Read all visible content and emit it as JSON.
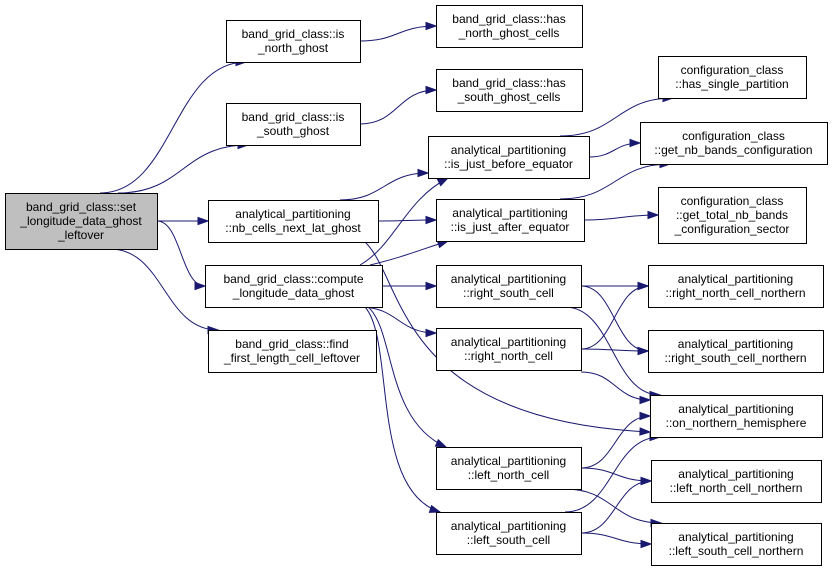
{
  "nodes": [
    {
      "id": "set_longitude",
      "lines": [
        "band_grid_class::set",
        "_longitude_data_ghost",
        "_leftover"
      ],
      "root": true
    },
    {
      "id": "is_north_ghost",
      "lines": [
        "band_grid_class::is",
        "_north_ghost"
      ]
    },
    {
      "id": "has_north_ghost_cells",
      "lines": [
        "band_grid_class::has",
        "_north_ghost_cells"
      ]
    },
    {
      "id": "is_south_ghost",
      "lines": [
        "band_grid_class::is",
        "_south_ghost"
      ]
    },
    {
      "id": "has_south_ghost_cells",
      "lines": [
        "band_grid_class::has",
        "_south_ghost_cells"
      ]
    },
    {
      "id": "has_single_partition",
      "lines": [
        "configuration_class",
        "::has_single_partition"
      ]
    },
    {
      "id": "is_just_before_equator",
      "lines": [
        "analytical_partitioning",
        "::is_just_before_equator"
      ]
    },
    {
      "id": "get_nb_bands_configuration",
      "lines": [
        "configuration_class",
        "::get_nb_bands_configuration"
      ]
    },
    {
      "id": "nb_cells_next_lat_ghost",
      "lines": [
        "analytical_partitioning",
        "::nb_cells_next_lat_ghost"
      ]
    },
    {
      "id": "is_just_after_equator",
      "lines": [
        "analytical_partitioning",
        "::is_just_after_equator"
      ]
    },
    {
      "id": "get_total_nb_bands",
      "lines": [
        "configuration_class",
        "::get_total_nb_bands",
        "_configuration_sector"
      ]
    },
    {
      "id": "compute_longitude",
      "lines": [
        "band_grid_class::compute",
        "_longitude_data_ghost"
      ]
    },
    {
      "id": "right_south_cell",
      "lines": [
        "analytical_partitioning",
        "::right_south_cell"
      ]
    },
    {
      "id": "right_north_cell_northern",
      "lines": [
        "analytical_partitioning",
        "::right_north_cell_northern"
      ]
    },
    {
      "id": "find_first_length",
      "lines": [
        "band_grid_class::find",
        "_first_length_cell_leftover"
      ]
    },
    {
      "id": "right_north_cell",
      "lines": [
        "analytical_partitioning",
        "::right_north_cell"
      ]
    },
    {
      "id": "right_south_cell_northern",
      "lines": [
        "analytical_partitioning",
        "::right_south_cell_northern"
      ]
    },
    {
      "id": "on_northern_hemisphere",
      "lines": [
        "analytical_partitioning",
        "::on_northern_hemisphere"
      ]
    },
    {
      "id": "left_north_cell",
      "lines": [
        "analytical_partitioning",
        "::left_north_cell"
      ]
    },
    {
      "id": "left_north_cell_northern",
      "lines": [
        "analytical_partitioning",
        "::left_north_cell_northern"
      ]
    },
    {
      "id": "left_south_cell",
      "lines": [
        "analytical_partitioning",
        "::left_south_cell"
      ]
    },
    {
      "id": "left_south_cell_northern",
      "lines": [
        "analytical_partitioning",
        "::left_south_cell_northern"
      ]
    }
  ],
  "edges": [
    {
      "from": "set_longitude",
      "to": "is_north_ghost"
    },
    {
      "from": "set_longitude",
      "to": "is_south_ghost"
    },
    {
      "from": "set_longitude",
      "to": "nb_cells_next_lat_ghost"
    },
    {
      "from": "set_longitude",
      "to": "compute_longitude"
    },
    {
      "from": "set_longitude",
      "to": "find_first_length"
    },
    {
      "from": "is_north_ghost",
      "to": "has_north_ghost_cells"
    },
    {
      "from": "is_south_ghost",
      "to": "has_south_ghost_cells"
    },
    {
      "from": "nb_cells_next_lat_ghost",
      "to": "is_just_before_equator"
    },
    {
      "from": "nb_cells_next_lat_ghost",
      "to": "is_just_after_equator"
    },
    {
      "from": "nb_cells_next_lat_ghost",
      "to": "on_northern_hemisphere"
    },
    {
      "from": "is_just_before_equator",
      "to": "has_single_partition"
    },
    {
      "from": "is_just_before_equator",
      "to": "get_nb_bands_configuration"
    },
    {
      "from": "is_just_after_equator",
      "to": "get_nb_bands_configuration"
    },
    {
      "from": "is_just_after_equator",
      "to": "get_total_nb_bands"
    },
    {
      "from": "compute_longitude",
      "to": "is_just_before_equator"
    },
    {
      "from": "compute_longitude",
      "to": "is_just_after_equator"
    },
    {
      "from": "compute_longitude",
      "to": "right_south_cell"
    },
    {
      "from": "compute_longitude",
      "to": "right_north_cell"
    },
    {
      "from": "compute_longitude",
      "to": "left_north_cell"
    },
    {
      "from": "compute_longitude",
      "to": "left_south_cell"
    },
    {
      "from": "right_south_cell",
      "to": "right_north_cell_northern"
    },
    {
      "from": "right_south_cell",
      "to": "right_south_cell_northern"
    },
    {
      "from": "right_south_cell",
      "to": "on_northern_hemisphere"
    },
    {
      "from": "right_north_cell",
      "to": "right_north_cell_northern"
    },
    {
      "from": "right_north_cell",
      "to": "right_south_cell_northern"
    },
    {
      "from": "right_north_cell",
      "to": "on_northern_hemisphere"
    },
    {
      "from": "left_north_cell",
      "to": "on_northern_hemisphere"
    },
    {
      "from": "left_north_cell",
      "to": "left_north_cell_northern"
    },
    {
      "from": "left_north_cell",
      "to": "left_south_cell_northern"
    },
    {
      "from": "left_south_cell",
      "to": "on_northern_hemisphere"
    },
    {
      "from": "left_south_cell",
      "to": "left_north_cell_northern"
    },
    {
      "from": "left_south_cell",
      "to": "left_south_cell_northern"
    }
  ]
}
